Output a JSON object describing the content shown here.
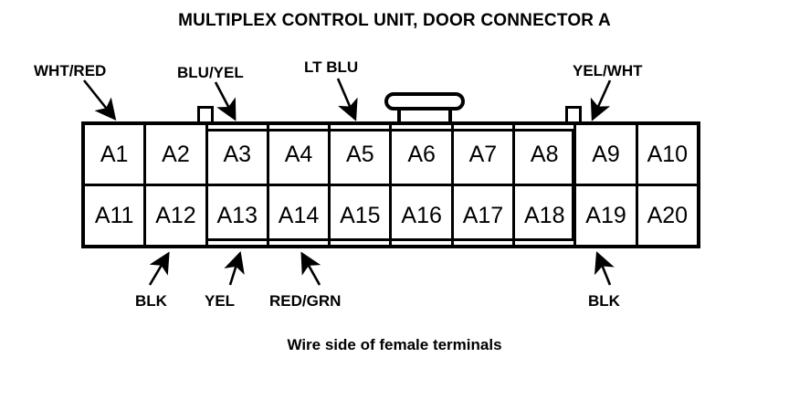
{
  "diagram": {
    "title": "MULTIPLEX CONTROL UNIT, DOOR CONNECTOR A",
    "caption": "Wire side of female terminals",
    "line_color": "#000000",
    "background_color": "#ffffff"
  },
  "connector": {
    "rows": [
      {
        "name": "top-row",
        "pins": [
          "A1",
          "A2",
          "A3",
          "A4",
          "A5",
          "A6",
          "A7",
          "A8",
          "A9",
          "A10"
        ]
      },
      {
        "name": "bottom-row",
        "pins": [
          "A11",
          "A12",
          "A13",
          "A14",
          "A15",
          "A16",
          "A17",
          "A18",
          "A19",
          "A20"
        ]
      }
    ]
  },
  "wire_labels": {
    "top": [
      {
        "text": "WHT/RED",
        "pin": "A1"
      },
      {
        "text": "BLU/YEL",
        "pin": "A3"
      },
      {
        "text": "LT BLU",
        "pin": "A5"
      },
      {
        "text": "YEL/WHT",
        "pin": "A9"
      }
    ],
    "bottom": [
      {
        "text": "BLK",
        "pin": "A11"
      },
      {
        "text": "YEL",
        "pin": "A13"
      },
      {
        "text": "RED/GRN",
        "pin": "A14"
      },
      {
        "text": "BLK",
        "pin": "A19"
      }
    ]
  }
}
